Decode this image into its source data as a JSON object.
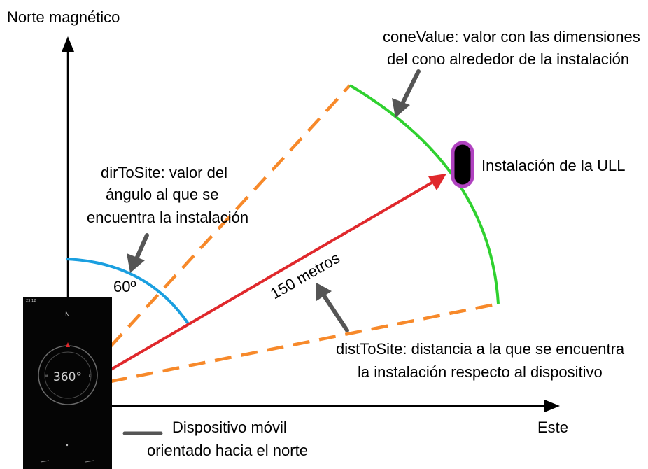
{
  "axes": {
    "north_label": "Norte magnético",
    "east_label": "Este"
  },
  "annotations": {
    "cone_value_line1": "coneValue: valor con las dimensiones",
    "cone_value_line2": "del cono alrededor de la instalación",
    "site_label": "Instalación de la ULL",
    "dir_line1": "dirToSite: valor del",
    "dir_line2": "ángulo al que se",
    "dir_line3": "encuentra la instalación",
    "angle_value": "60º",
    "distance_value": "150 metros",
    "dist_line1": "distToSite: distancia a la que se encuentra",
    "dist_line2": "la instalación respecto al dispositivo",
    "device_line1": "Dispositivo móvil",
    "device_line2": "orientado hacia el norte"
  },
  "phone": {
    "heading_letter": "N",
    "compass_value": "360°"
  },
  "colors": {
    "cone_edges": "#f7892a",
    "cone_arc": "#2fd12f",
    "angle_arc": "#1a9fe0",
    "distance_arrow": "#e0282c",
    "pointer_arrows": "#555555",
    "site_fill": "#000000",
    "site_border": "#b042c0"
  }
}
